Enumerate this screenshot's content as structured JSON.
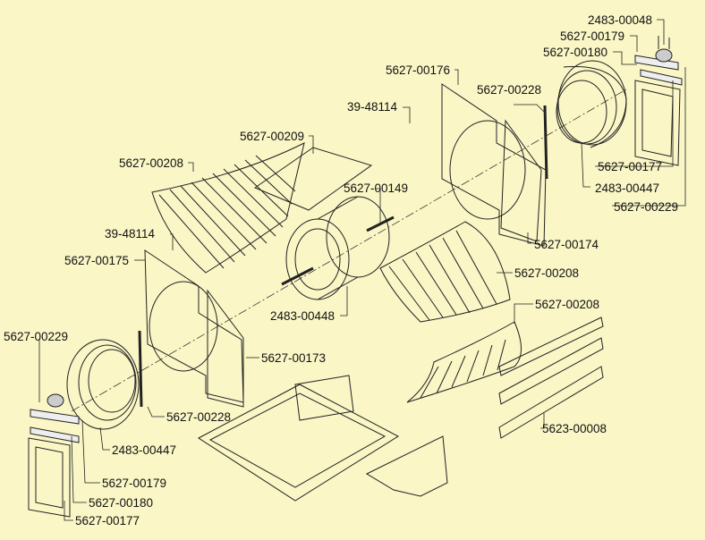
{
  "diagram": {
    "background": "#FAF6C6",
    "labels": [
      "2483-00048",
      "5627-00179",
      "5627-00180",
      "5627-00176",
      "5627-00228",
      "39-48114",
      "5627-00209",
      "5627-00208",
      "5627-00177",
      "2483-00447",
      "5627-00149",
      "5627-00229",
      "39-48114",
      "5627-00174",
      "5627-00175",
      "5627-00208",
      "2483-00448",
      "5627-00208",
      "5627-00229",
      "5627-00173",
      "5627-00228",
      "5623-00008",
      "2483-00447",
      "5627-00179",
      "5627-00180",
      "5627-00177"
    ]
  }
}
